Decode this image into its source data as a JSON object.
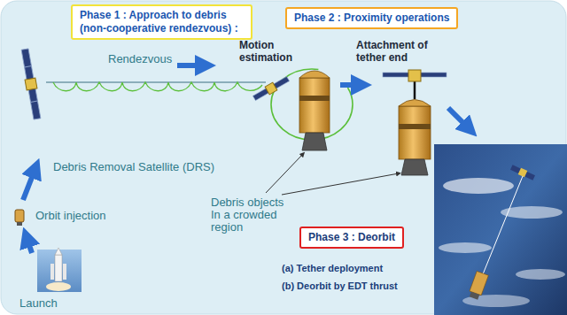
{
  "diagram": {
    "nodes": [
      {
        "text": [
          "Phase 1 : Approach to debris (non-cooperative rendezvous) :"
        ]
      },
      {
        "text": [
          "Phase 2 : Proximity operations"
        ]
      },
      {
        "text": [
          "Phase 3 : Deorbit"
        ]
      }
    ],
    "labels": [
      "Rendezvous",
      "Motion estimation",
      "Attachment of tether end",
      "Debris Removal Satellite (DRS)",
      "Debris objects In a crowded region",
      "Orbit injection",
      "Launch",
      "(a) Tether deployment",
      "(b) Deorbit by EDT thrust"
    ]
  }
}
